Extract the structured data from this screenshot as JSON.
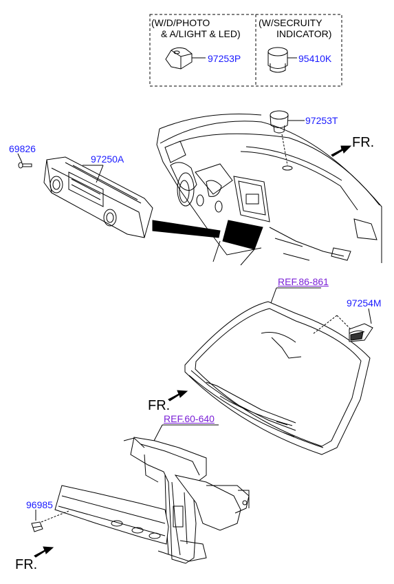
{
  "variants": {
    "left": {
      "line1": "(W/D/PHOTO",
      "line2": "& A/LIGHT & LED)",
      "part": "97253P"
    },
    "right": {
      "line1": "(W/SECRUITY",
      "line2": "INDICATOR)",
      "part": "95410K"
    }
  },
  "parts": {
    "sensor_top": "97253T",
    "screw": "69826",
    "control_unit": "97250A",
    "rain_sensor": "97254M",
    "clip": "96985"
  },
  "refs": {
    "windshield": "REF.86-861",
    "front_end": "REF.60-640"
  },
  "direction": {
    "fr1": "FR.",
    "fr2": "FR.",
    "fr3": "FR."
  },
  "colors": {
    "part_label": "#1a1aff",
    "ref_label": "#7a1fd6",
    "line": "#000000"
  }
}
